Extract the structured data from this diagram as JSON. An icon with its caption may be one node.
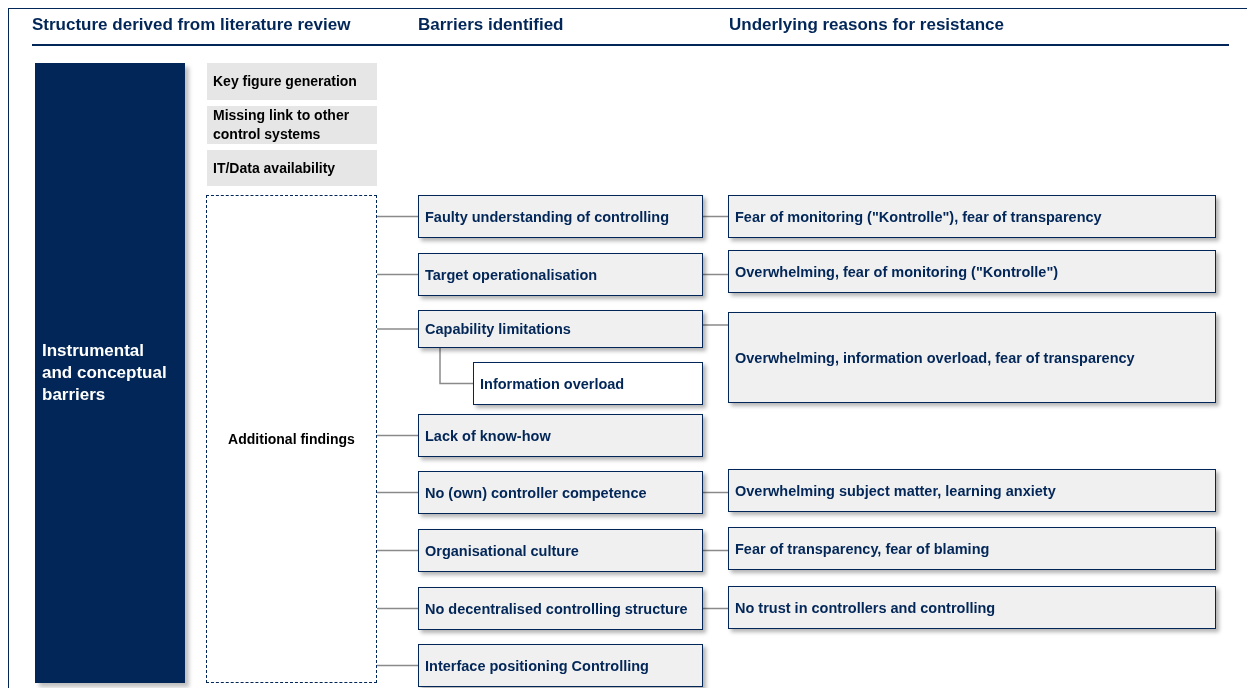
{
  "diagram": {
    "nodes": [
      {
        "text": [
          "Instrumental and conceptual barriers"
        ]
      },
      {
        "text": [
          "Key figure generation"
        ]
      },
      {
        "text": [
          "Missing link to other control systems"
        ]
      },
      {
        "text": [
          "IT/Data availability"
        ]
      },
      {
        "text": [
          "Additional findings"
        ]
      },
      {
        "text": [
          "Faulty understanding of controlling"
        ]
      },
      {
        "text": [
          "Fear of monitoring (\"Kontrolle\"), fear of transparency"
        ]
      },
      {
        "text": [
          "Target operationalisation"
        ]
      },
      {
        "text": [
          "Overwhelming, fear of monitoring (\"Kontrolle\")"
        ]
      },
      {
        "text": [
          "Capability limitations"
        ]
      },
      {
        "text": [
          "Overwhelming, information overload, fear of transparency"
        ]
      },
      {
        "text": [
          "Information overload"
        ]
      },
      {
        "text": [
          "Lack of know-how"
        ]
      },
      {
        "text": [
          "No (own) controller competence"
        ]
      },
      {
        "text": [
          "Overwhelming subject matter, learning anxiety"
        ]
      },
      {
        "text": [
          "Organisational culture"
        ]
      },
      {
        "text": [
          "Fear of transparency, fear of blaming"
        ]
      },
      {
        "text": [
          "No decentralised controlling structure"
        ]
      },
      {
        "text": [
          "No trust in controllers and controlling"
        ]
      },
      {
        "text": [
          "Interface positioning Controlling"
        ]
      }
    ],
    "edges": [
      {
        "from": 4,
        "to": 5,
        "arrow": "none"
      },
      {
        "from": 4,
        "to": 7,
        "arrow": "none"
      },
      {
        "from": 4,
        "to": 9,
        "arrow": "none"
      },
      {
        "from": 4,
        "to": 12,
        "arrow": "none"
      },
      {
        "from": 4,
        "to": 13,
        "arrow": "none"
      },
      {
        "from": 4,
        "to": 15,
        "arrow": "none"
      },
      {
        "from": 4,
        "to": 17,
        "arrow": "none"
      },
      {
        "from": 4,
        "to": 19,
        "arrow": "none"
      },
      {
        "from": 5,
        "to": 6,
        "arrow": "none"
      },
      {
        "from": 7,
        "to": 8,
        "arrow": "none"
      },
      {
        "from": 9,
        "to": 10,
        "arrow": "none"
      },
      {
        "from": 9,
        "to": 11,
        "arrow": "none"
      },
      {
        "from": 13,
        "to": 14,
        "arrow": "none"
      },
      {
        "from": 15,
        "to": 16,
        "arrow": "none"
      },
      {
        "from": 17,
        "to": 18,
        "arrow": "none"
      }
    ],
    "labels": [
      "Structure derived from literature review",
      "Barriers identified",
      "Underlying reasons for resistance"
    ]
  }
}
